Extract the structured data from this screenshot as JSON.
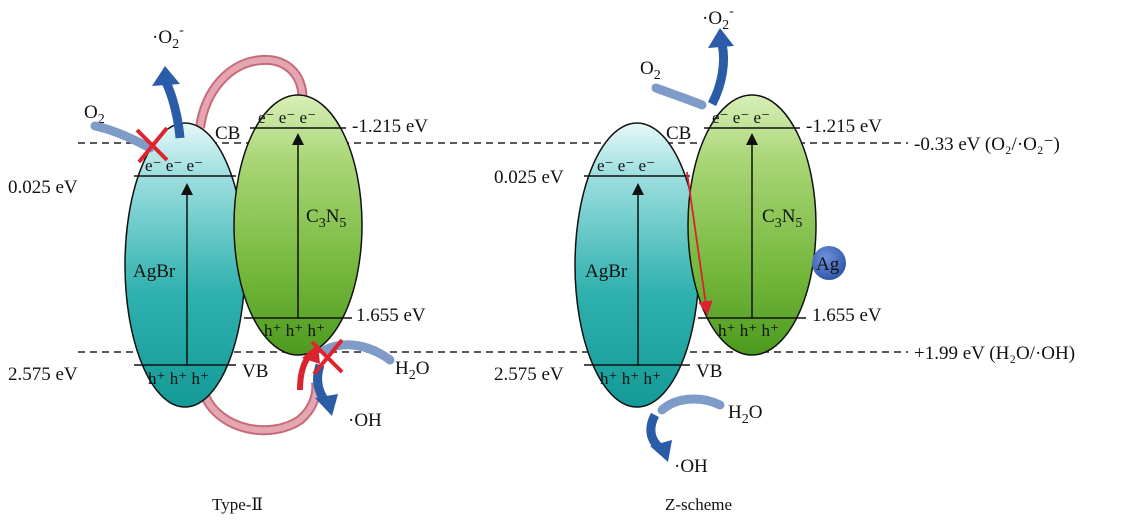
{
  "type2": {
    "caption": "Type-Ⅱ",
    "agbr_name": "AgBr",
    "c3n5_name_main": "C",
    "c3n5_sub1": "3",
    "c3n5_mid": "N",
    "c3n5_sub2": "5",
    "agbr_cb": "0.025 eV",
    "agbr_vb": "2.575 eV",
    "c3n5_cb": "-1.215 eV",
    "c3n5_vb": "1.655 eV",
    "cb_label": "CB",
    "vb_label": "VB",
    "electrons": "e⁻ e⁻ e⁻",
    "holes": "h⁺ h⁺ h⁺",
    "o2": "O",
    "o2_sub": "2",
    "superoxide": "·O",
    "superoxide_sub": "2",
    "superoxide_sup": "-",
    "h2o": "H",
    "h2o_sub": "2",
    "h2o_end": "O",
    "oh": "·OH"
  },
  "zscheme": {
    "caption": "Z-scheme",
    "agbr_name": "AgBr",
    "c3n5_name_main": "C",
    "c3n5_sub1": "3",
    "c3n5_mid": "N",
    "c3n5_sub2": "5",
    "agbr_cb": "0.025 eV",
    "agbr_vb": "2.575 eV",
    "c3n5_cb": "-1.215 eV",
    "c3n5_vb": "1.655 eV",
    "cb_label": "CB",
    "vb_label": "VB",
    "electrons": "e⁻ e⁻ e⁻",
    "holes": "h⁺ h⁺ h⁺",
    "ag_label": "Ag",
    "o2": "O",
    "o2_sub": "2",
    "superoxide": "·O",
    "superoxide_sub": "2",
    "superoxide_sup": "-",
    "h2o": "H",
    "h2o_sub": "2",
    "h2o_end": "O",
    "oh": "·OH"
  },
  "reference_lines": {
    "top": "-0.33 eV (O₂/·O₂⁻)",
    "bottom": "+1.99 eV (H₂O/·OH)"
  },
  "colors": {
    "agbr_top": "#c9eef0",
    "agbr_bottom": "#1aa3a0",
    "c3n5_top": "#c7e6a0",
    "c3n5_bottom": "#55a024",
    "red_arrow": "#d9232e",
    "blue_arrow": "#2a5ca8",
    "pink_arrow": "#d98a96",
    "ag_ball": "#3b63b8"
  },
  "icons": {
    "blocked": "red-cross-icon",
    "ag_particle": "silver-particle-icon"
  }
}
